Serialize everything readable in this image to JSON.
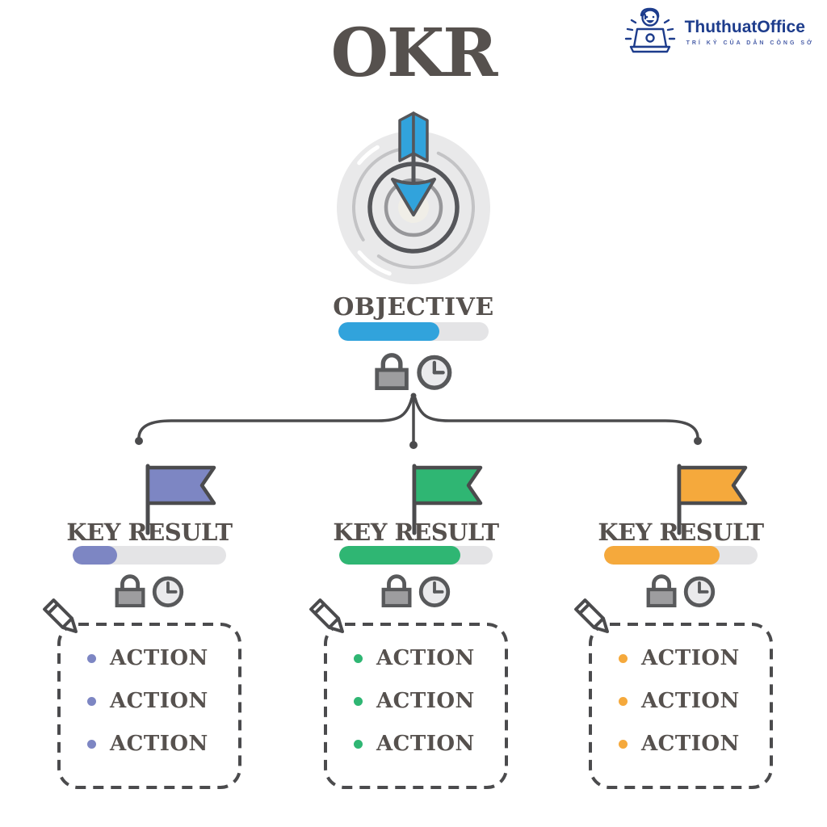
{
  "title": "OKR",
  "logo": {
    "brand": "ThuthuatOffice",
    "tagline": "TRÍ KỶ CỦA DÂN CÔNG SỞ",
    "brand_color": "#1d3c8c"
  },
  "objective": {
    "label": "OBJECTIVE",
    "progress_percent": 67,
    "color": "#31a3dc",
    "icons": [
      "lock-icon",
      "clock-icon"
    ]
  },
  "key_results": [
    {
      "label": "KEY RESULT",
      "color": "#7d86c3",
      "progress_percent": 29,
      "icons": [
        "lock-icon",
        "clock-icon"
      ],
      "actions": [
        "ACTION",
        "ACTION",
        "ACTION"
      ]
    },
    {
      "label": "KEY RESULT",
      "color": "#2fb673",
      "progress_percent": 79,
      "icons": [
        "lock-icon",
        "clock-icon"
      ],
      "actions": [
        "ACTION",
        "ACTION",
        "ACTION"
      ]
    },
    {
      "label": "KEY RESULT",
      "color": "#f5a93c",
      "progress_percent": 75,
      "icons": [
        "lock-icon",
        "clock-icon"
      ],
      "actions": [
        "ACTION",
        "ACTION",
        "ACTION"
      ]
    }
  ],
  "colors": {
    "heading": "#56514e",
    "outline": "#4b4b4d",
    "icon_stroke": "#58595b",
    "track": "#e4e4e6",
    "target_disc": "#e9e9ea",
    "arrow_blue": "#31a3dc"
  }
}
